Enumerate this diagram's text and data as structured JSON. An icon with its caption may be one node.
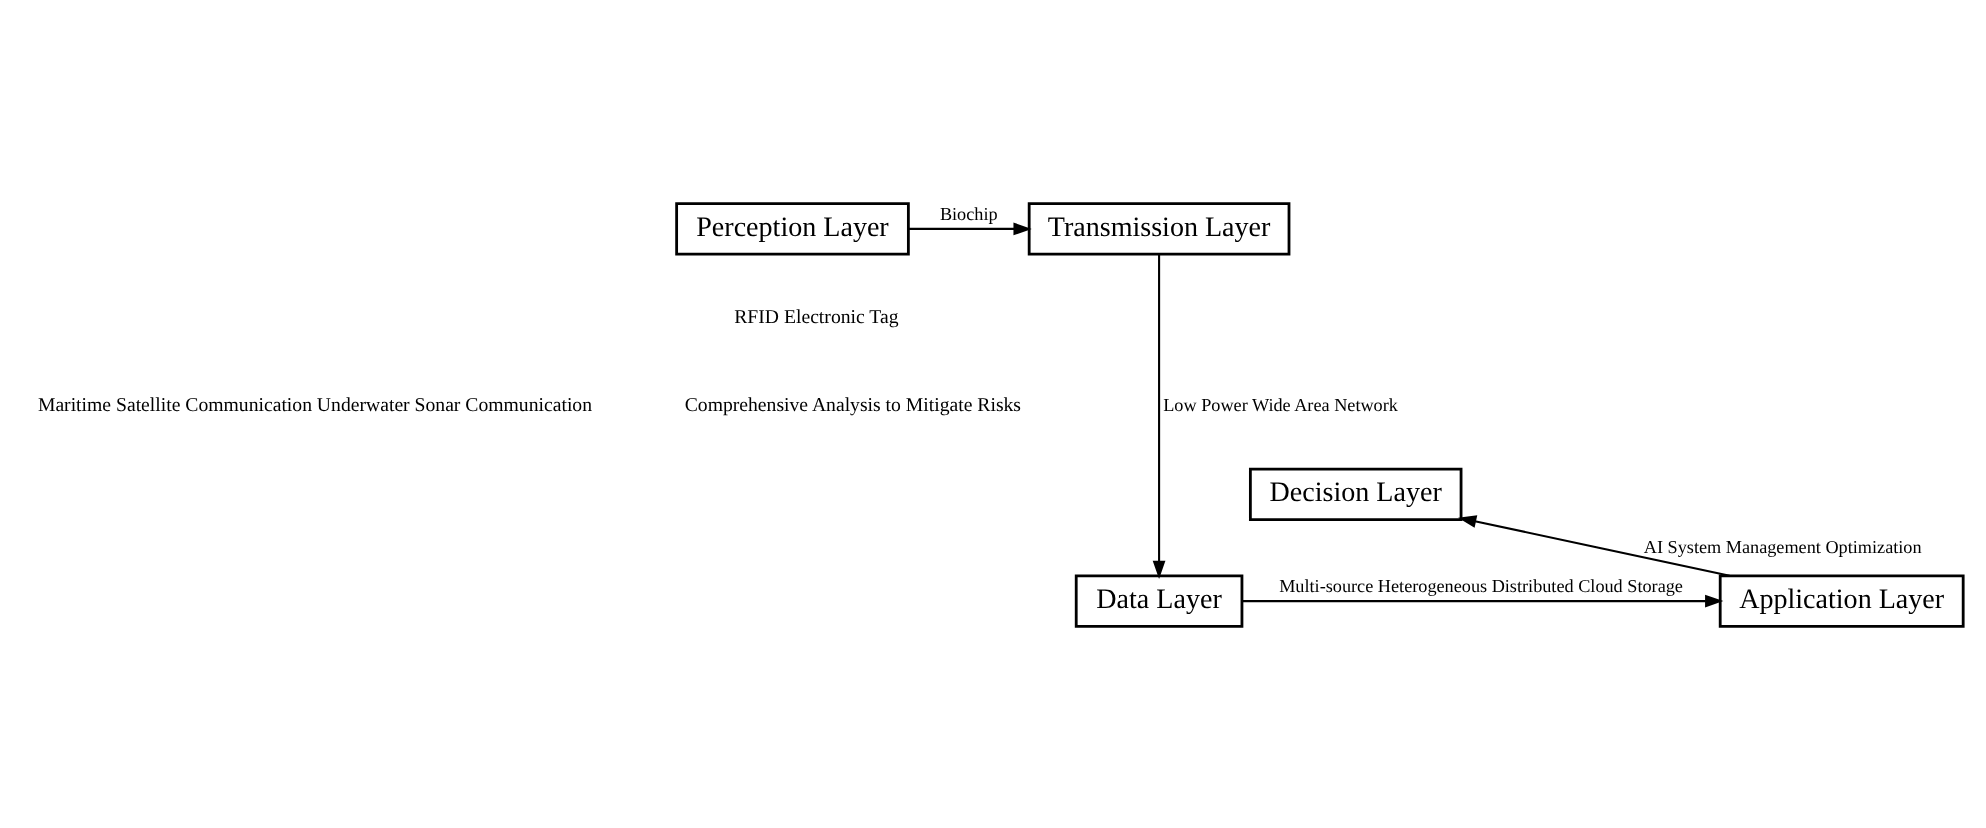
{
  "diagram": {
    "nodes": [
      {
        "text": [
          "Perception Layer"
        ]
      },
      {
        "text": [
          "Transmission Layer"
        ]
      },
      {
        "text": [
          "Decision Layer"
        ]
      },
      {
        "text": [
          "Application Layer"
        ]
      },
      {
        "text": [
          "Data Layer"
        ]
      }
    ],
    "edges": [
      {
        "from": 0,
        "to": 1,
        "arrow": "to",
        "label": "Biochip"
      },
      {
        "from": 1,
        "to": 4,
        "arrow": "to",
        "label": "Low Power Wide Area Network"
      },
      {
        "from": 4,
        "to": 3,
        "arrow": "to",
        "label": "Multi-source Heterogeneous Distributed Cloud Storage"
      },
      {
        "from": 3,
        "to": 2,
        "arrow": "to",
        "label": "AI System Management Optimization"
      }
    ],
    "labels": [
      "RFID Electronic Tag",
      "Comprehensive Analysis to Mitigate Risks",
      "Maritime Satellite Communication Underwater Sonar Communication"
    ]
  }
}
